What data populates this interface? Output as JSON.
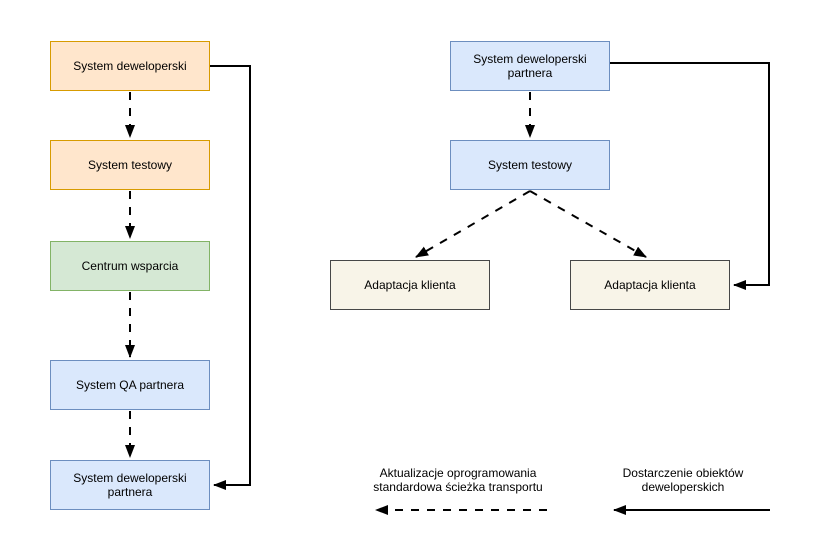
{
  "palette": {
    "orange": {
      "fill": "#FFE6CC",
      "border": "#D79B00"
    },
    "green": {
      "fill": "#D5E8D4",
      "border": "#82B366"
    },
    "blue": {
      "fill": "#DAE8FC",
      "border": "#6C8EBF"
    },
    "beige": {
      "fill": "#F8F4E8",
      "border": "#474747"
    },
    "line": "#000000"
  },
  "left_flow": {
    "boxes": [
      {
        "label": "System deweloperski",
        "color": "orange"
      },
      {
        "label": "System testowy",
        "color": "orange"
      },
      {
        "label": "Centrum wsparcia",
        "color": "green"
      },
      {
        "label": "System QA partnera",
        "color": "blue"
      },
      {
        "label": "System deweloperski partnera",
        "color": "blue"
      }
    ]
  },
  "right_flow": {
    "boxes": [
      {
        "label": "System deweloperski partnera",
        "color": "blue"
      },
      {
        "label": "System testowy",
        "color": "blue"
      },
      {
        "label": "Adaptacja klienta",
        "color": "beige"
      },
      {
        "label": "Adaptacja klienta",
        "color": "beige"
      }
    ]
  },
  "legend": {
    "dashed_label": "Aktualizacje oprogramowania standardowa ścieżka transportu",
    "solid_label": "Dostarczenie obiektów deweloperskich"
  }
}
